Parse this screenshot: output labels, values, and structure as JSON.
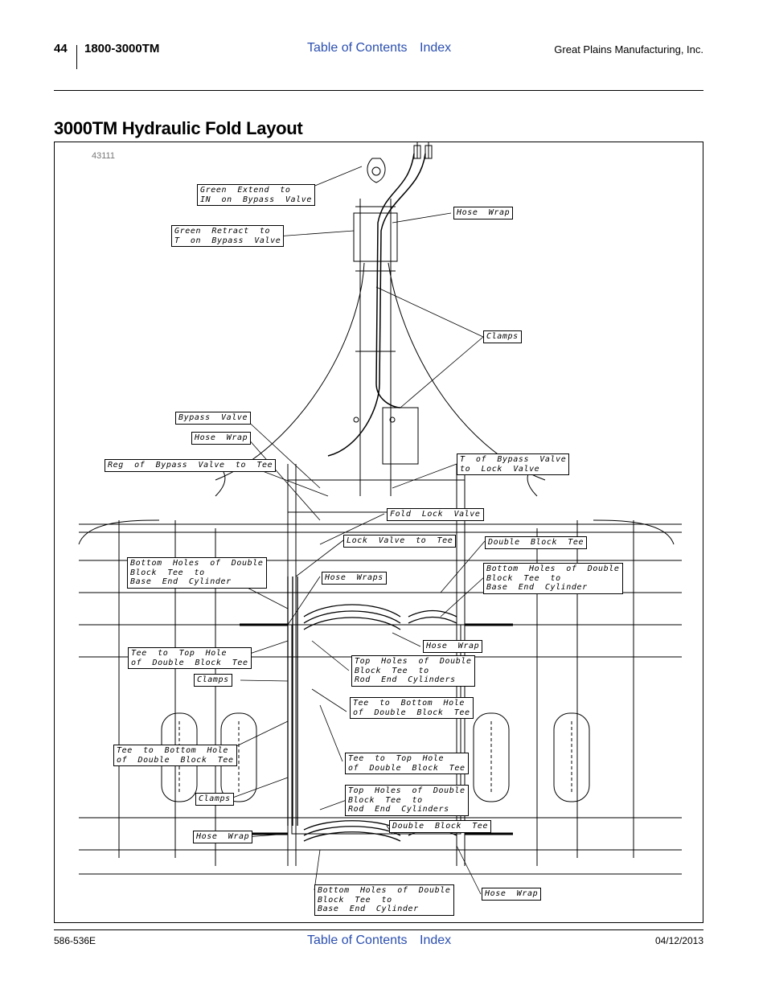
{
  "header": {
    "page_number": "44",
    "model": "1800-3000TM",
    "toc_link": "Table of Contents",
    "index_link": "Index",
    "company": "Great Plains Manufacturing, Inc."
  },
  "title": "3000TM Hydraulic Fold Layout",
  "figure": {
    "number": "43111",
    "labels": {
      "green_extend": "Green  Extend  to\nIN  on  Bypass  Valve",
      "green_retract": "Green  Retract  to\nT  on  Bypass  Valve",
      "hose_wrap_top": "Hose  Wrap",
      "clamps_top": "Clamps",
      "bypass_valve": "Bypass  Valve",
      "hose_wrap_left1": "Hose  Wrap",
      "reg_bypass": "Reg  of  Bypass  Valve  to  Tee",
      "t_bypass": "T  of  Bypass  Valve\nto  Lock  Valve",
      "fold_lock": "Fold  Lock  Valve",
      "lock_valve_tee": "Lock  Valve  to  Tee",
      "double_block_tee1": "Double  Block  Tee",
      "bottom_holes_left": "Bottom  Holes  of  Double\nBlock  Tee  to\nBase  End  Cylinder",
      "bottom_holes_right": "Bottom  Holes  of  Double\nBlock  Tee  to\nBase  End  Cylinder",
      "hose_wraps_mid": "Hose  Wraps",
      "hose_wrap_mid2": "Hose  Wrap",
      "tee_top_hole1": "Tee  to  Top  Hole\nof  Double  Block  Tee",
      "top_holes1": "Top  Holes  of  Double\nBlock  Tee  to\nRod  End  Cylinders",
      "clamps_left1": "Clamps",
      "tee_bottom1": "Tee  to  Bottom  Hole\nof  Double  Block  Tee",
      "tee_bottom2": "Tee  to  Bottom  Hole\nof  Double  Block  Tee",
      "tee_top_hole2": "Tee  to  Top  Hole\nof  Double  Block  Tee",
      "top_holes2": "Top  Holes  of  Double\nBlock  Tee  to\nRod  End  Cylinders",
      "clamps_left2": "Clamps",
      "double_block_tee2": "Double  Block  Tee",
      "hose_wrap_left2": "Hose  Wrap",
      "bottom_holes_bottom": "Bottom  Holes  of  Double\nBlock  Tee  to\nBase  End  Cylinder",
      "hose_wrap_bottom": "Hose  Wrap"
    }
  },
  "footer": {
    "doc_number": "586-536E",
    "toc_link": "Table of Contents",
    "index_link": "Index",
    "date": "04/12/2013"
  }
}
